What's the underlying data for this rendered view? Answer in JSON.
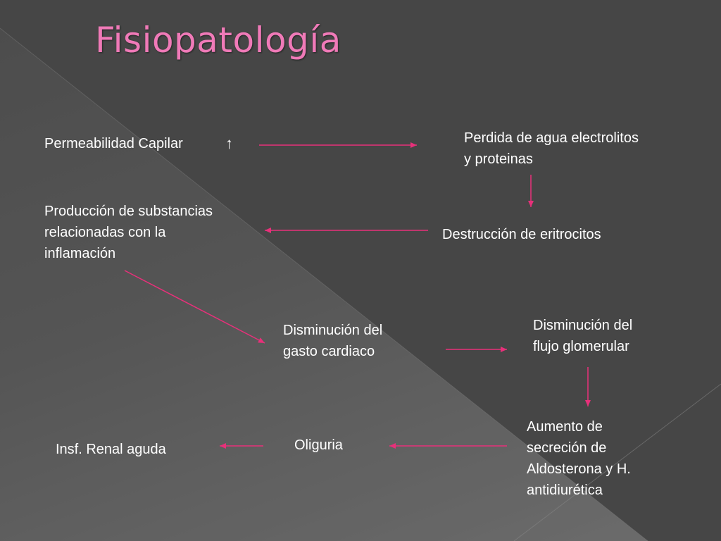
{
  "slide": {
    "title": "Fisiopatología"
  },
  "diagram": {
    "nodes": {
      "permeabilidad": "Permeabilidad Capilar",
      "perdida": "Perdida de agua electrolitos\ny proteinas",
      "destruccion": "Destrucción de eritrocitos",
      "produccion": "Producción de substancias\nrelacionadas con la\ninflamación",
      "gasto": "Disminución  del\ngasto cardiaco",
      "flujo": "Disminución  del\nflujo glomerular",
      "aumento": "Aumento de\nsecreción de\nAldosterona y     H.\nantidiurética",
      "oliguria": "Oliguria",
      "insf": "Insf. Renal aguda"
    },
    "increase_symbol": "↑",
    "edges": [
      {
        "from": "permeabilidad",
        "to": "perdida"
      },
      {
        "from": "perdida",
        "to": "destruccion"
      },
      {
        "from": "destruccion",
        "to": "produccion"
      },
      {
        "from": "produccion",
        "to": "gasto"
      },
      {
        "from": "gasto",
        "to": "flujo"
      },
      {
        "from": "flujo",
        "to": "aumento"
      },
      {
        "from": "aumento",
        "to": "oliguria"
      },
      {
        "from": "oliguria",
        "to": "insf"
      }
    ]
  },
  "colors": {
    "title": "#f07ab8",
    "arrow": "#e8307a",
    "text": "#ffffff"
  }
}
